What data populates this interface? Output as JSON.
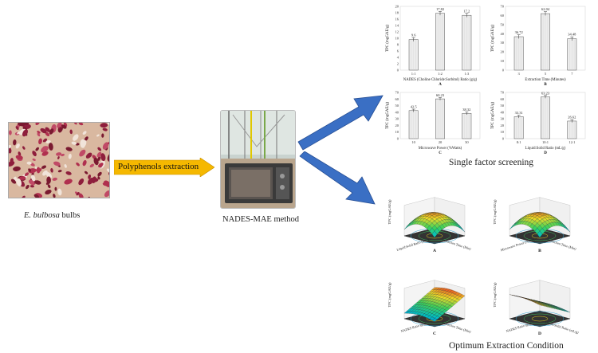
{
  "photos": {
    "bulb_caption_italic": "E. bulbosa",
    "bulb_caption_rest": " bulbs",
    "method_caption": "NADES-MAE method"
  },
  "process": {
    "extraction_label": "Polyphenols extraction"
  },
  "sections": {
    "single_factor": "Single factor screening",
    "optimum": "Optimum Extraction Condition"
  },
  "chart_data": [
    {
      "type": "bar",
      "panel": "A",
      "categories": [
        "1:1",
        "1:2",
        "1:3"
      ],
      "values": [
        9.6,
        17.82,
        17.2
      ],
      "data_labels": [
        "9.6",
        "17.82",
        "17.2"
      ],
      "xlabel": "NADES (Choline Chloride:Sorbitol) Ratio (g/g)",
      "ylabel": "TPC (mgGAE/g)",
      "yticks": [
        0,
        2,
        4,
        6,
        8,
        10,
        12,
        14,
        16,
        18,
        20
      ],
      "ylim": [
        0,
        20
      ]
    },
    {
      "type": "bar",
      "panel": "B",
      "categories": [
        "3",
        "5",
        "7"
      ],
      "values": [
        36.72,
        62.04,
        34.48
      ],
      "data_labels": [
        "36.72",
        "62.04",
        "34.48"
      ],
      "xlabel": "Extraction Time (Minutes)",
      "ylabel": "TPC (mgGAE/g)",
      "yticks": [
        0,
        10,
        20,
        30,
        40,
        50,
        60,
        70
      ],
      "ylim": [
        0,
        70
      ]
    },
    {
      "type": "bar",
      "panel": "C",
      "categories": [
        "10",
        "20",
        "30"
      ],
      "values": [
        42.5,
        60.23,
        38.32
      ],
      "data_labels": [
        "42.5",
        "60.23",
        "38.32"
      ],
      "xlabel": "Microwave Power (%Watts)",
      "ylabel": "TPC (mgGAE/g)",
      "yticks": [
        0,
        10,
        20,
        30,
        40,
        50,
        60,
        70
      ],
      "ylim": [
        0,
        70
      ]
    },
    {
      "type": "bar",
      "panel": "D",
      "categories": [
        "8:1",
        "10:1",
        "12:1"
      ],
      "values": [
        33.31,
        63.23,
        26.62
      ],
      "data_labels": [
        "33.31",
        "63.23",
        "26.62"
      ],
      "xlabel": "Liquid:Solid Ratio (mL/g)",
      "ylabel": "TPC (mgGAE/g)",
      "yticks": [
        0,
        10,
        20,
        30,
        40,
        50,
        60,
        70
      ],
      "ylim": [
        0,
        70
      ]
    }
  ],
  "surfaces": [
    {
      "panel": "A",
      "zlabel": "TPC (mgGAE/g)",
      "xlabel": "Extraction Time (Min)",
      "ylabel": "Liquid:Solid Ratio (mL/g)"
    },
    {
      "panel": "B",
      "zlabel": "TPC (mgGAE/g)",
      "xlabel": "Extraction Time (Min)",
      "ylabel": "Microwave Power (%Watts)"
    },
    {
      "panel": "C",
      "zlabel": "TPC (mgGAE/g)",
      "xlabel": "Extraction Time (Min)",
      "ylabel": "NADES Ratio (g/g)"
    },
    {
      "panel": "D",
      "zlabel": "TPC (mgGAE/g)",
      "xlabel": "Liquid:Solid Ratio (mL/g)",
      "ylabel": "NADES Ratio (g/g)"
    }
  ],
  "colors": {
    "flow_arrow": "#3a6fc4",
    "extract_arrow": "#f5b800",
    "bar_fill": "#e8e8e8"
  }
}
